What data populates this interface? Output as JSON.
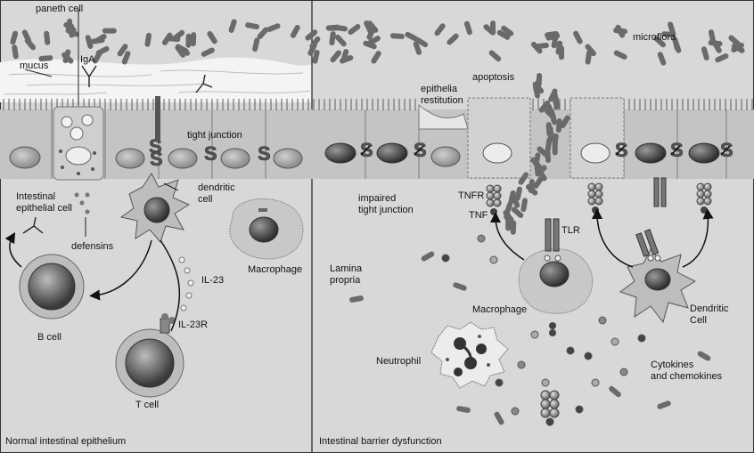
{
  "labels": {
    "paneth_cell": "paneth cell",
    "mucus": "mucus",
    "iga": "IgA",
    "tight_junction": "tight junction",
    "dendritic_cell_1": "dendritic",
    "dendritic_cell_2": "cell",
    "iec_1": "Intestinal",
    "iec_2": "epithelial cell",
    "defensins": "defensins",
    "macrophage_left": "Macrophage",
    "il23": "IL-23",
    "il23r": "IL-23R",
    "b_cell": "B cell",
    "t_cell": "T cell",
    "left_caption": "Normal intestinal epithelium",
    "microflora": "microflora",
    "apoptosis": "apoptosis",
    "restitution_1": "epithelia",
    "restitution_2": "restitution",
    "impaired_1": "impaired",
    "impaired_2": "tight junction",
    "tnfr": "TNFR",
    "tnf": "TNF",
    "tlr": "TLR",
    "lamina_1": "Lamina",
    "lamina_2": "propria",
    "macrophage_right": "Macrophage",
    "dendritic_right_1": "Dendritic",
    "dendritic_right_2": "Cell",
    "neutrophil": "Neutrophil",
    "cytokines_1": "Cytokines",
    "cytokines_2": "and chemokines",
    "right_caption": "Intestinal barrier dysfunction"
  },
  "colors": {
    "background": "#d8d8d8",
    "cell": "#c4c4c4",
    "nucleus_light": "#a8a8a8",
    "nucleus_dark": "#555555",
    "bacteria": "#6a6a6a",
    "mucus": "#f4f4f4"
  }
}
